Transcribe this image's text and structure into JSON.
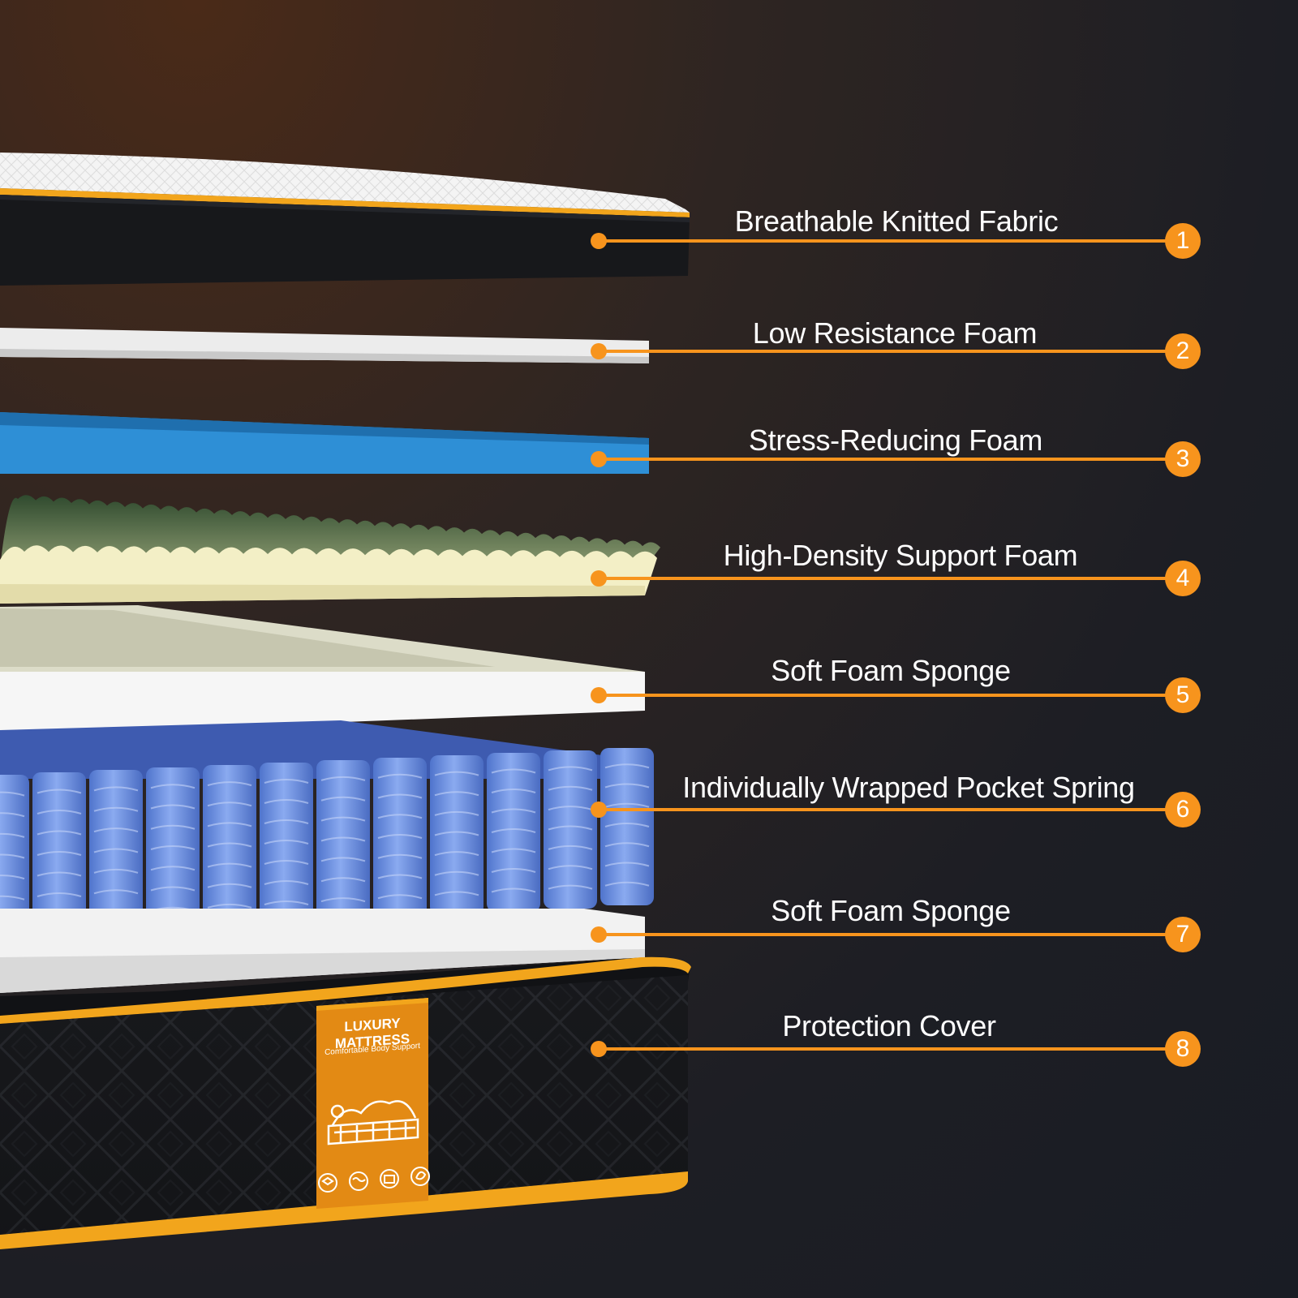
{
  "layers": [
    {
      "number": "1",
      "label": "Breathable Knitted Fabric"
    },
    {
      "number": "2",
      "label": "Low Resistance Foam"
    },
    {
      "number": "3",
      "label": "Stress-Reducing Foam"
    },
    {
      "number": "4",
      "label": "High-Density Support Foam"
    },
    {
      "number": "5",
      "label": "Soft Foam Sponge"
    },
    {
      "number": "6",
      "label": "Individually Wrapped Pocket Spring"
    },
    {
      "number": "7",
      "label": "Soft Foam Sponge"
    },
    {
      "number": "8",
      "label": "Protection Cover"
    }
  ],
  "tag": {
    "title": "LUXURY MATTRESS",
    "subtitle": "Comfortable Body Support"
  },
  "colors": {
    "accent": "#f7941d",
    "background": "#1d1e24",
    "knit_fabric": "#f3f3f3",
    "cover": "#141518",
    "stress_foam": "#2e8fd6",
    "support_foam": "#f3efc6",
    "support_foam_top": "#3f5a3c",
    "springs": "#6a93e6"
  },
  "icons": [
    "body-contour-icon",
    "cube-icon",
    "water-wave-icon",
    "frame-icon",
    "leaf-icon"
  ]
}
